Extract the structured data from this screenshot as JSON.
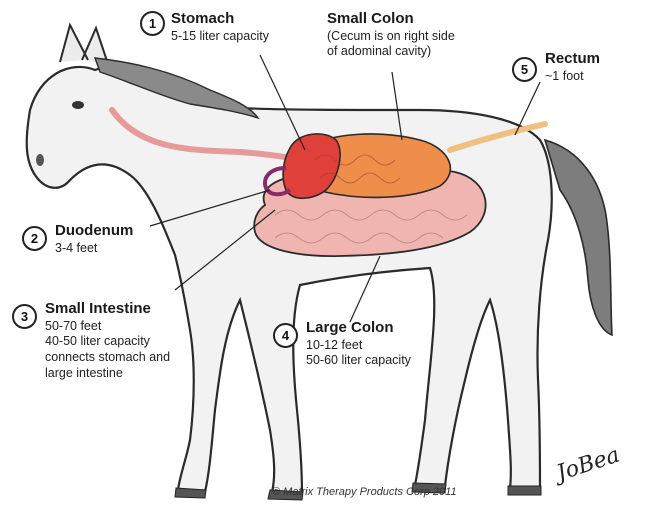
{
  "labels": {
    "stomach": {
      "number": "1",
      "title": "Stomach",
      "lines": [
        "5-15 liter capacity"
      ]
    },
    "duodenum": {
      "number": "2",
      "title": "Duodenum",
      "lines": [
        "3-4 feet"
      ]
    },
    "small_intestine": {
      "number": "3",
      "title": "Small Intestine",
      "lines": [
        "50-70 feet",
        "40-50 liter capacity",
        "connects stomach and",
        "large intestine"
      ]
    },
    "large_colon": {
      "number": "4",
      "title": "Large Colon",
      "lines": [
        "10-12 feet",
        "50-60 liter capacity"
      ]
    },
    "rectum": {
      "number": "5",
      "title": "Rectum",
      "lines": [
        "~1 foot"
      ]
    },
    "small_colon": {
      "title": "Small Colon",
      "lines": [
        "(Cecum is on right side",
        "of adominal cavity)"
      ]
    }
  },
  "copyright": "© Matrix Therapy Products Corp 2011",
  "signature": "JoBea",
  "colors": {
    "stomach": "#e0403a",
    "small_colon": "#ef8d4a",
    "large_colon": "#f0b5b0",
    "duodenum": "#8a2a6a",
    "esophagus": "#e79a9a",
    "rectum": "#f0c080",
    "outline": "#2a2a2a"
  }
}
